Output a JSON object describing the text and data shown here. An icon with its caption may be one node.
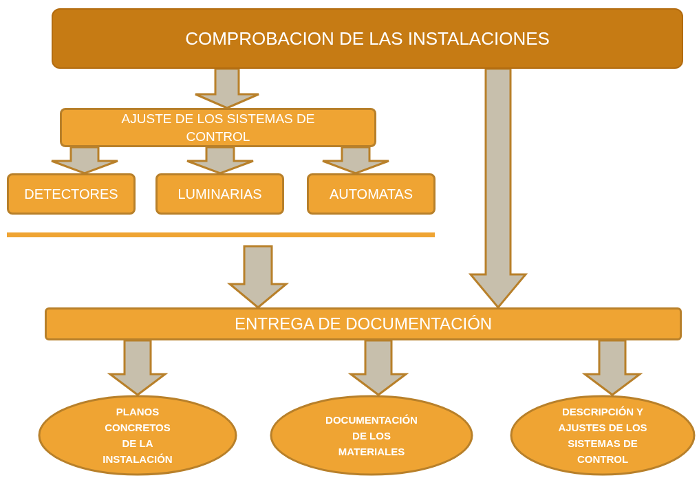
{
  "diagram": {
    "nodes": [
      {
        "text": [
          "COMPROBACION DE LAS INSTALACIONES"
        ]
      },
      {
        "text": [
          "AJUSTE DE LOS SISTEMAS DE CONTROL"
        ]
      },
      {
        "text": [
          "DETECTORES"
        ]
      },
      {
        "text": [
          "LUMINARIAS"
        ]
      },
      {
        "text": [
          "AUTOMATAS"
        ]
      },
      {
        "text": [
          "ENTREGA DE DOCUMENTACIÓN"
        ]
      },
      {
        "text": [
          "PLANOS CONCRETOS DE LA INSTALACIÓN"
        ]
      },
      {
        "text": [
          "DOCUMENTACIÓN DE LOS MATERIALES"
        ]
      },
      {
        "text": [
          "DESCRIPCIÓN Y AJUSTES DE LOS SISTEMAS DE CONTROL"
        ]
      }
    ],
    "edges": [
      {
        "from": 0,
        "to": 1,
        "arrow": "to"
      },
      {
        "from": 1,
        "to": 2,
        "arrow": "to"
      },
      {
        "from": 1,
        "to": 3,
        "arrow": "to"
      },
      {
        "from": 1,
        "to": 4,
        "arrow": "to"
      },
      {
        "from": 0,
        "to": 5,
        "arrow": "to"
      },
      {
        "from": null,
        "to": 5,
        "arrow": "to"
      },
      {
        "from": 5,
        "to": 6,
        "arrow": "to"
      },
      {
        "from": 5,
        "to": 7,
        "arrow": "to"
      },
      {
        "from": 5,
        "to": 8,
        "arrow": "to"
      }
    ]
  }
}
